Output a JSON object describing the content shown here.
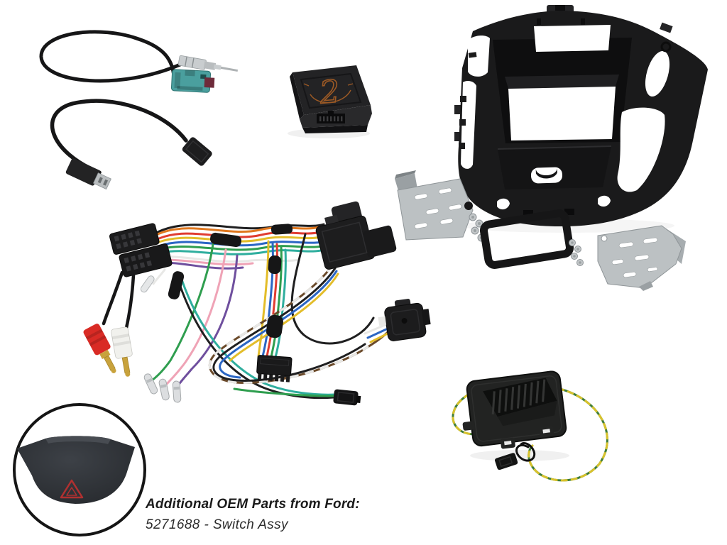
{
  "scene": {
    "background_color": "#ffffff",
    "caption": {
      "line1": "Additional OEM Parts from Ford:",
      "line2": "5271688 - Switch Assy"
    },
    "parts": [
      "antenna-adapter-cable",
      "usb-cable",
      "interface-module",
      "dash-facia-panel",
      "left-mounting-bracket",
      "right-mounting-bracket",
      "screen-frame-bezel",
      "screw-sets",
      "main-wiring-harness",
      "iso-connector-block",
      "rca-plugs",
      "quadlock-connector",
      "steering-control-connector",
      "molex-power-connector",
      "two-pin-connector",
      "pocket-module-with-loom",
      "oem-hazard-switch-callout"
    ],
    "palette": {
      "facia": "#1a1a1b",
      "metal": "#bcc1c3",
      "metal-dark": "#8f9598",
      "chrome": "#c9cdcf",
      "fakra-teal": "#4a9f9e",
      "fakra-maroon": "#6e2b3a",
      "rca-red": "#d92b25",
      "rca-white": "#f1f1ed",
      "gold": "#c8a23c",
      "logo-orange": "#a85f25",
      "hazard-red": "#b03030",
      "switch-gray": "#33363a",
      "wire": {
        "red": "#e03c31",
        "yellow": "#e3bd2a",
        "blue": "#2b66c4",
        "green": "#2f9e4f",
        "teal": "#2fae9e",
        "pink": "#efa3b6",
        "purple": "#6f4f9e",
        "orange": "#e07820",
        "brown": "#6b4a2a",
        "black": "#1f1f20",
        "white": "#e8e8e6"
      }
    }
  }
}
